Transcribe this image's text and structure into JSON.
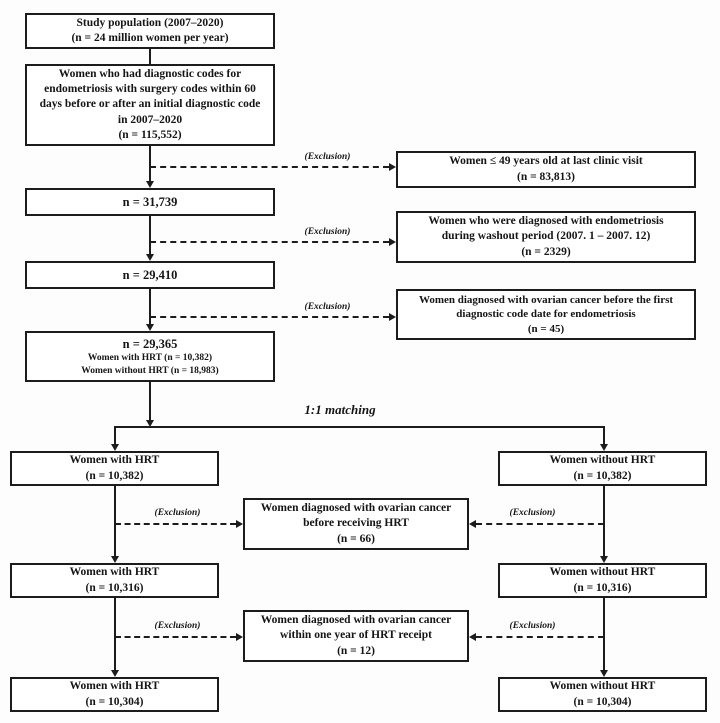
{
  "colors": {
    "line": "#1c1c1c",
    "background": "#ffffff"
  },
  "flowchart": {
    "exclusion_label": "(Exclusion)",
    "matching_label": "1:1 matching",
    "boxes": {
      "study_population": {
        "lines": [
          "Study population (2007–2020)",
          "(n = 24 million women per year)"
        ]
      },
      "diagnostic_codes": {
        "lines": [
          "Women who had diagnostic codes for",
          "endometriosis with surgery codes within 60",
          "days before or after an initial diagnostic code",
          "in 2007–2020",
          "(n = 115,552)"
        ]
      },
      "n_31739": {
        "lines": [
          "n = 31,739"
        ]
      },
      "n_29410": {
        "lines": [
          "n = 29,410"
        ]
      },
      "n_29365": {
        "lines": [
          "n = 29,365",
          "Women with HRT (n = 10,382)",
          "Women without HRT (n = 18,983)"
        ]
      },
      "excl_age": {
        "lines": [
          "Women ≤ 49 years old at last clinic visit",
          "(n = 83,813)"
        ]
      },
      "excl_washout": {
        "lines": [
          "Women who were diagnosed with endometriosis",
          "during washout period (2007. 1 – 2007. 12)",
          "(n = 2329)"
        ]
      },
      "excl_prior_cancer": {
        "lines": [
          "Women diagnosed with ovarian cancer before the first",
          "diagnostic code date for endometriosis",
          "(n = 45)"
        ]
      },
      "hrt_10382": {
        "lines": [
          "Women with HRT",
          "(n = 10,382)"
        ]
      },
      "nohrt_10382": {
        "lines": [
          "Women without HRT",
          "(n = 10,382)"
        ]
      },
      "excl_cancer_before_hrt": {
        "lines": [
          "Women diagnosed with ovarian cancer",
          "before receiving HRT",
          "(n = 66)"
        ]
      },
      "hrt_10316": {
        "lines": [
          "Women with HRT",
          "(n = 10,316)"
        ]
      },
      "nohrt_10316": {
        "lines": [
          "Women without HRT",
          "(n = 10,316)"
        ]
      },
      "excl_cancer_one_year": {
        "lines": [
          "Women diagnosed with ovarian cancer",
          "within one year of HRT receipt",
          "(n = 12)"
        ]
      },
      "hrt_10304": {
        "lines": [
          "Women with HRT",
          "(n = 10,304)"
        ]
      },
      "nohrt_10304": {
        "lines": [
          "Women without HRT",
          "(n = 10,304)"
        ]
      }
    }
  }
}
